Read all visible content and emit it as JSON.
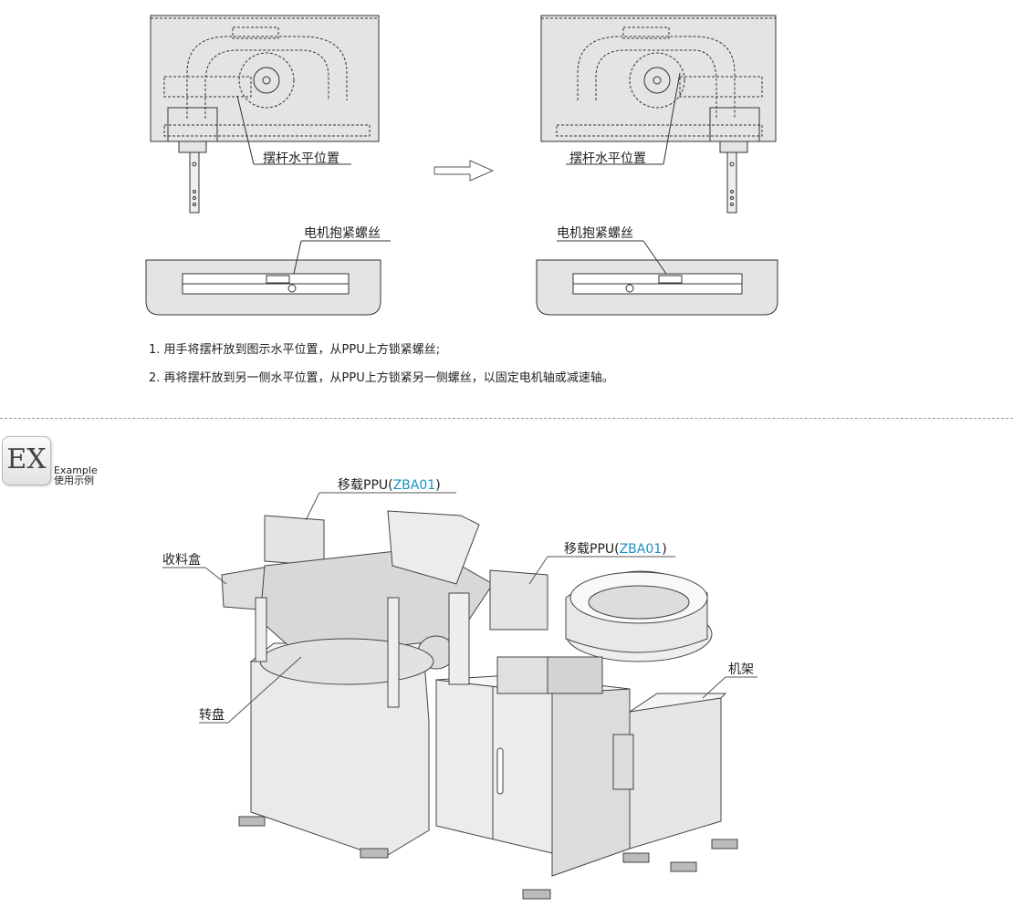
{
  "diagrams": {
    "lever_label_left": "摆杆水平位置",
    "lever_label_right": "摆杆水平位置",
    "screw_label_left": "电机抱紧螺丝",
    "screw_label_right": "电机抱紧螺丝"
  },
  "instructions": [
    "1. 用手将摆杆放到图示水平位置，从PPU上方锁紧螺丝;",
    "2. 再将摆杆放到另一侧水平位置，从PPU上方锁紧另一侧螺丝，以固定电机轴或减速轴。"
  ],
  "example": {
    "badge": "EX",
    "title_en": "Example",
    "title_cn": "使用示例"
  },
  "machine_labels": {
    "ppu_top_prefix": "移载PPU(",
    "ppu_top_code": "ZBA01",
    "ppu_top_suffix": ")",
    "ppu_right_prefix": "移载PPU(",
    "ppu_right_code": "ZBA01",
    "ppu_right_suffix": ")",
    "collection_box": "收料盒",
    "turntable": "转盘",
    "frame": "机架"
  },
  "colors": {
    "accent": "#1b8fc6"
  }
}
